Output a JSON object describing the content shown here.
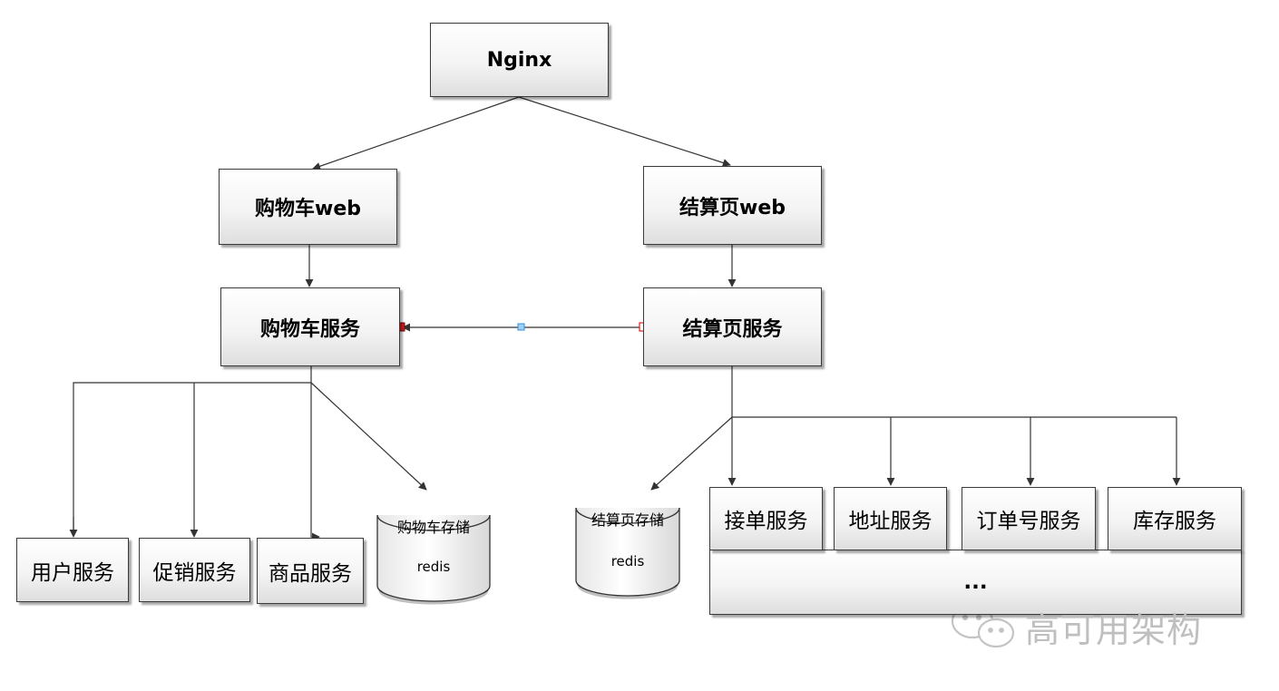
{
  "nodes": {
    "nginx": "Nginx",
    "cart_web": "购物车web",
    "checkout_web": "结算页web",
    "cart_service": "购物车服务",
    "checkout_service": "结算页服务",
    "user_service": "用户服务",
    "promo_service": "促销服务",
    "product_service": "商品服务",
    "order_accept_service": "接单服务",
    "address_service": "地址服务",
    "order_no_service": "订单号服务",
    "inventory_service": "库存服务",
    "ellipsis": "..."
  },
  "storage": {
    "cart": {
      "name": "购物车存储",
      "engine": "redis"
    },
    "checkout": {
      "name": "结算页存储",
      "engine": "redis"
    }
  },
  "watermark": {
    "text": "高可用架构",
    "icon": "wechat-icon"
  },
  "colors": {
    "line": "#333333",
    "connector_red": "#e02020",
    "connector_blue": "#3a8fd8"
  }
}
